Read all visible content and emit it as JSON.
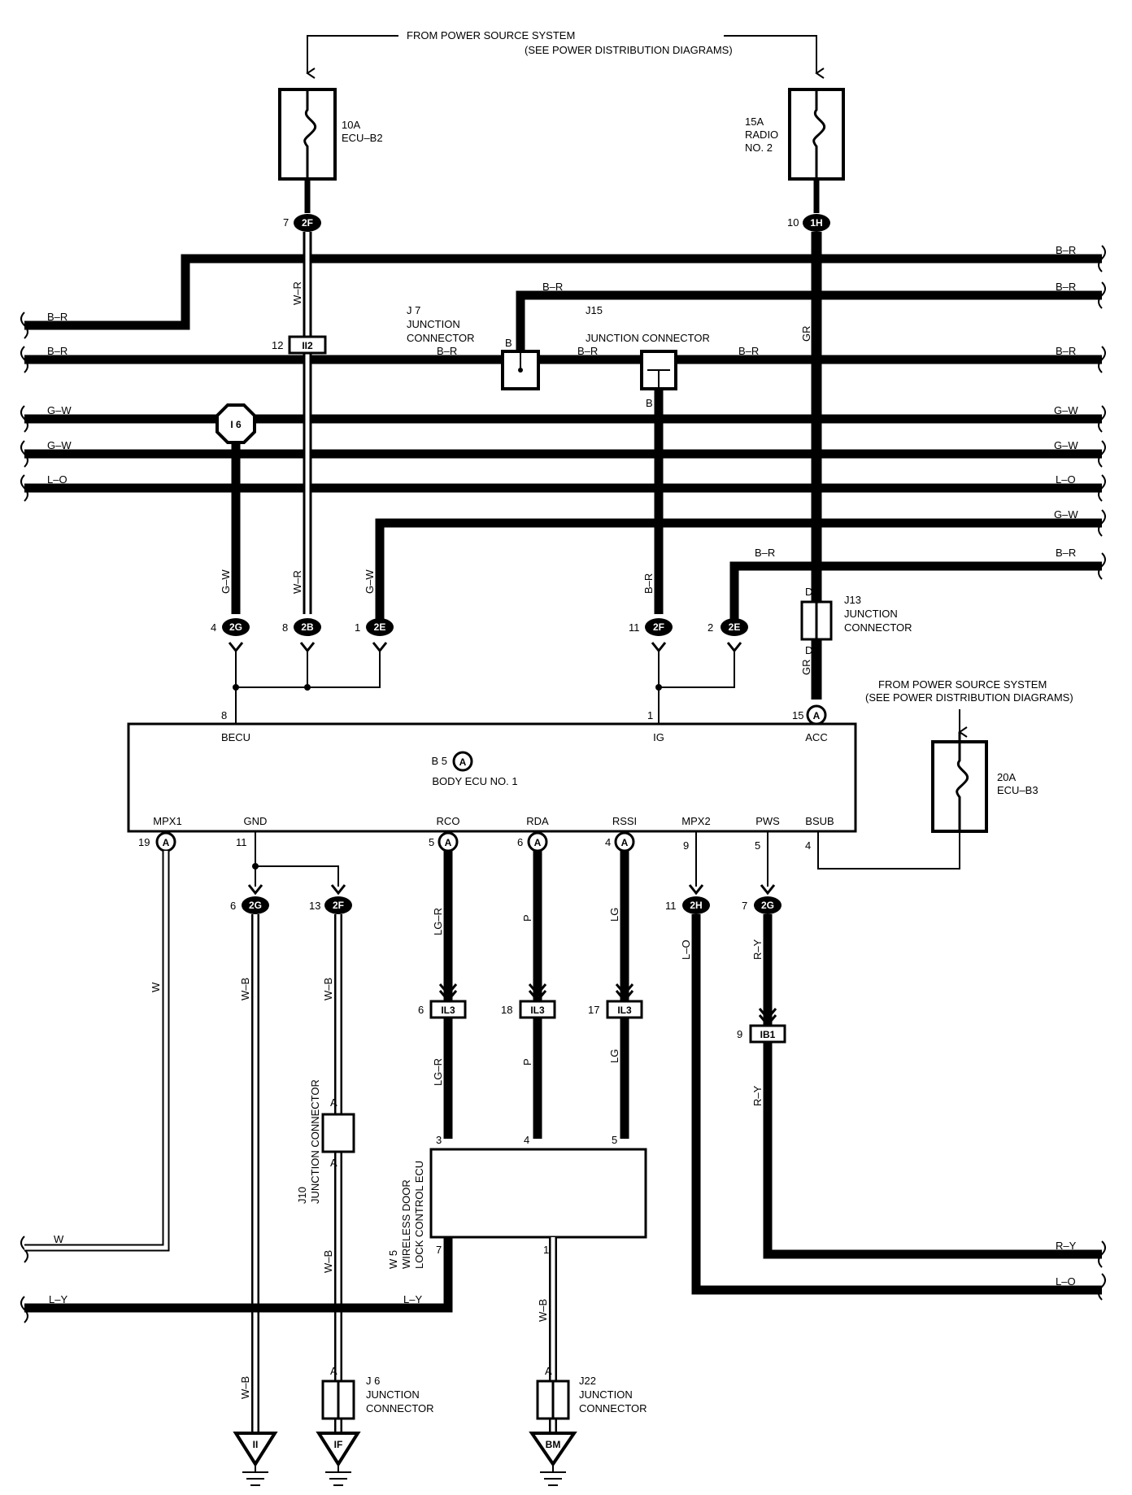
{
  "sources": {
    "top_l1": "FROM POWER SOURCE SYSTEM",
    "top_l2": "(SEE POWER DISTRIBUTION DIAGRAMS)",
    "right_l1": "FROM POWER SOURCE SYSTEM",
    "right_l2": "(SEE POWER DISTRIBUTION DIAGRAMS)"
  },
  "fuses": {
    "f1_l1": "10A",
    "f1_l2": "ECU–B2",
    "f2_l1": "15A",
    "f2_l2": "RADIO",
    "f2_l3": "NO. 2",
    "f3_l1": "20A",
    "f3_l2": "ECU–B3"
  },
  "connectors": {
    "c2f_top": "2F",
    "c2f_top_pin": "7",
    "c1h": "1H",
    "c1h_pin": "10",
    "ii2": "II2",
    "ii2_pin": "12",
    "i6": "I 6",
    "c2g": "2G",
    "c2g_pin": "4",
    "c2b": "2B",
    "c2b_pin": "8",
    "c2e1": "2E",
    "c2e1_pin": "1",
    "c2f_mid": "2F",
    "c2f_mid_pin": "11",
    "c2e2": "2E",
    "c2e2_pin": "2",
    "cacc": "A",
    "cacc_pin": "15",
    "b5": "A",
    "mpx1": "A",
    "mpx1_pin": "19",
    "rco": "A",
    "rco_pin": "5",
    "rda": "A",
    "rda_pin": "6",
    "rssi": "A",
    "rssi_pin": "4",
    "gnd_pin": "11",
    "mpx2_pin": "9",
    "pws_pin": "5",
    "bsub_pin": "4",
    "b2g": "2G",
    "b2g_pin": "6",
    "b2f": "2F",
    "b2f_pin": "13",
    "h2h": "2H",
    "h2h_pin": "11",
    "h2g": "2G",
    "h2g_pin": "7",
    "il3a": "IL3",
    "il3a_pin": "6",
    "il3b": "IL3",
    "il3b_pin": "18",
    "il3c": "IL3",
    "il3c_pin": "17",
    "ib1": "IB1",
    "ib1_pin": "9",
    "w5_p3": "3",
    "w5_p4": "4",
    "w5_p5": "5",
    "w5_p7": "7",
    "w5_p1": "1",
    "becu_pin": "8",
    "ig_pin": "1"
  },
  "junctions": {
    "j7_l1": "J 7",
    "j7_l2": "JUNCTION",
    "j7_l3": "CONNECTOR",
    "j7_b_top": "B",
    "j7_b_left": "B",
    "j7_b_right": "B",
    "j15_l1": "J15",
    "j15_l2": "JUNCTION CONNECTOR",
    "j15_b_left": "B",
    "j15_b_right": "B",
    "j15_b_bot": "B",
    "j13_l1": "J13",
    "j13_l2": "JUNCTION",
    "j13_l3": "CONNECTOR",
    "j13_d_top": "D",
    "j13_d_bot": "D",
    "j10_l1": "J10",
    "j10_l2": "JUNCTION CONNECTOR",
    "j10_a_top": "A",
    "j10_a_bot": "A",
    "j6_l1": "J 6",
    "j6_l2": "JUNCTION",
    "j6_l3": "CONNECTOR",
    "j6_a": "A",
    "j22_l1": "J22",
    "j22_l2": "JUNCTION",
    "j22_l3": "CONNECTOR",
    "j22_a": "A"
  },
  "ecu": {
    "id": "B 5",
    "name": "BODY ECU NO. 1",
    "becu": "BECU",
    "ig": "IG",
    "acc": "ACC",
    "mpx1": "MPX1",
    "gnd": "GND",
    "rco": "RCO",
    "rda": "RDA",
    "rssi": "RSSI",
    "mpx2": "MPX2",
    "pws": "PWS",
    "bsub": "BSUB"
  },
  "w5": {
    "id": "W 5",
    "l1": "WIRELESS DOOR",
    "l2": "LOCK CONTROL ECU"
  },
  "grounds": {
    "g1": "II",
    "g2": "IF",
    "g3": "BM"
  },
  "wires": {
    "br_r1": "B–R",
    "br_r2": "B–R",
    "br_l3": "B–R",
    "br_l4": "B–R",
    "br_r4": "B–R",
    "br_j7": "B–R",
    "br_mid1": "B–R",
    "br_mid2": "B–R",
    "br_top2": "B–R",
    "gw_l1": "G–W",
    "gw_r1": "G–W",
    "gw_l2": "G–W",
    "gw_r2": "G–W",
    "lo_l": "L–O",
    "lo_r": "L–O",
    "gw_r3": "G–W",
    "br_b1": "B–R",
    "br_r6": "B–R",
    "wr_top": "W–R",
    "gr_top": "GR",
    "gw_v1": "G–W",
    "wr_v": "W–R",
    "gw_v2": "G–W",
    "br_v1": "B–R",
    "gr_v2": "GR",
    "w_v": "W",
    "wb_v1": "W–B",
    "wb_v2": "W–B",
    "lgr_1": "LG–R",
    "p_1": "P",
    "lg_1": "LG",
    "lo_v": "L–O",
    "ry_1": "R–Y",
    "lgr_2": "LG–R",
    "p_2": "P",
    "lg_2": "LG",
    "ry_2": "R–Y",
    "wb_v3": "W–B",
    "wb_v4": "W–B",
    "wb_v5": "W–B",
    "w_h": "W",
    "ly_l": "L–Y",
    "ly_m": "L–Y",
    "ry_r": "R–Y",
    "lo_r2": "L–O"
  }
}
